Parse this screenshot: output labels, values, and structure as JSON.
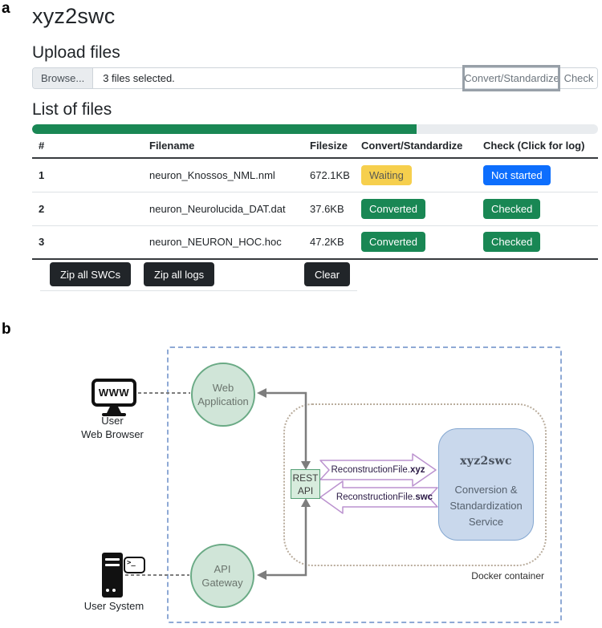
{
  "panels": {
    "a": "a",
    "b": "b"
  },
  "app": {
    "title": "xyz2swc",
    "upload": {
      "heading": "Upload files",
      "browse": "Browse...",
      "selected": "3 files selected.",
      "convert": "Convert/Standardize",
      "check": "Check"
    },
    "files": {
      "heading": "List of files",
      "progress_percent": 68,
      "columns": {
        "num": "#",
        "filename": "Filename",
        "filesize": "Filesize",
        "convert": "Convert/Standardize",
        "check": "Check (Click for log)"
      },
      "rows": [
        {
          "num": "1",
          "filename": "neuron_Knossos_NML.nml",
          "filesize": "672.1KB",
          "convert": "Waiting",
          "check": "Not started"
        },
        {
          "num": "2",
          "filename": "neuron_Neurolucida_DAT.dat",
          "filesize": "37.6KB",
          "convert": "Converted",
          "check": "Checked"
        },
        {
          "num": "3",
          "filename": "neuron_NEURON_HOC.hoc",
          "filesize": "47.2KB",
          "convert": "Converted",
          "check": "Checked"
        }
      ],
      "actions": {
        "zip_swcs": "Zip all SWCs",
        "zip_logs": "Zip all logs",
        "clear": "Clear"
      }
    }
  },
  "diagram": {
    "browser_icon_text": "WWW",
    "browser_label_1": "User",
    "browser_label_2": "Web Browser",
    "terminal_glyph": ">_",
    "system_label": "User System",
    "web_app_1": "Web",
    "web_app_2": "Application",
    "gateway_1": "API",
    "gateway_2": "Gateway",
    "rest_1": "REST",
    "rest_2": "API",
    "arrow_to_service": {
      "base": "ReconstructionFile.",
      "ext": "xyz"
    },
    "arrow_from_service": {
      "base": "ReconstructionFile.",
      "ext": "swc"
    },
    "service": {
      "name": "xyz2swc",
      "line1": "Conversion &",
      "line2": "Standardization",
      "line3": "Service"
    },
    "docker_label": "Docker container"
  },
  "colors": {
    "success_green": "#198754",
    "warning_yellow": "#f6cf4d",
    "primary_blue": "#0d6efd",
    "dark_button": "#212529",
    "outer_dash_blue": "#8ea9d5",
    "inner_dot_tan": "#b9ac9c",
    "node_green_fill": "#d0e5d8",
    "node_green_border": "#6aaa85",
    "service_blue_fill": "#c9d8ec",
    "arrow_purple": "#bb92cf",
    "connector_gray": "#7d7d7d"
  }
}
